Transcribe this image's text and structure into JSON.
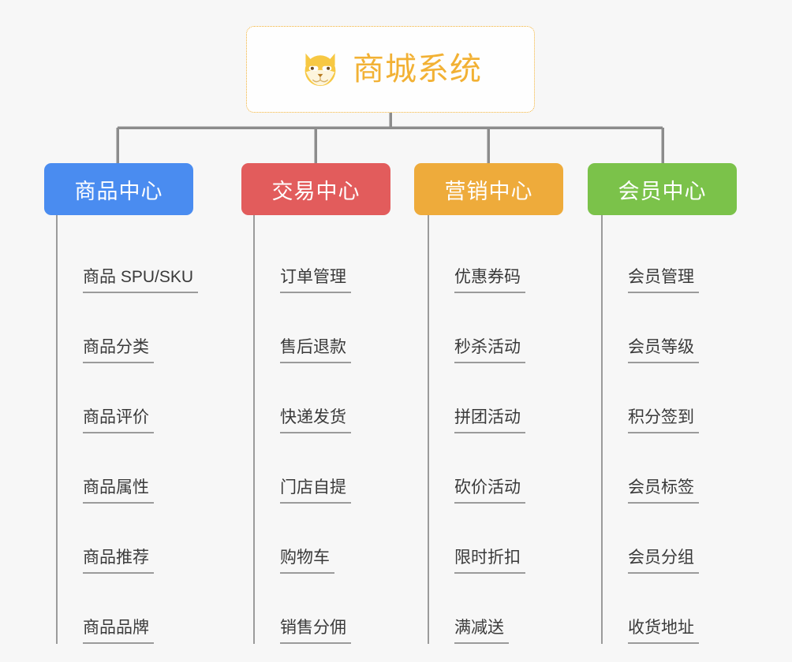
{
  "background_color": "#f7f7f7",
  "root": {
    "label": "商城系统",
    "icon": "shiba-dog-face-icon",
    "text_color": "#f2b134",
    "border_color": "#f2b134",
    "background_color": "#fefefe"
  },
  "connector": {
    "color": "#8c8c8c"
  },
  "categories": [
    {
      "label": "商品中心",
      "color": "#4a8cf0",
      "text_color": "#ffffff",
      "items": [
        {
          "label": "商品 SPU/SKU"
        },
        {
          "label": "商品分类"
        },
        {
          "label": "商品评价"
        },
        {
          "label": "商品属性"
        },
        {
          "label": "商品推荐"
        },
        {
          "label": "商品品牌"
        }
      ]
    },
    {
      "label": "交易中心",
      "color": "#e25c5c",
      "text_color": "#ffffff",
      "items": [
        {
          "label": "订单管理"
        },
        {
          "label": "售后退款"
        },
        {
          "label": "快递发货"
        },
        {
          "label": "门店自提"
        },
        {
          "label": "购物车"
        },
        {
          "label": "销售分佣"
        }
      ]
    },
    {
      "label": "营销中心",
      "color": "#eeab3b",
      "text_color": "#ffffff",
      "items": [
        {
          "label": "优惠券码"
        },
        {
          "label": "秒杀活动"
        },
        {
          "label": "拼团活动"
        },
        {
          "label": "砍价活动"
        },
        {
          "label": "限时折扣"
        },
        {
          "label": "满减送"
        }
      ]
    },
    {
      "label": "会员中心",
      "color": "#7bc24a",
      "text_color": "#ffffff",
      "items": [
        {
          "label": "会员管理"
        },
        {
          "label": "会员等级"
        },
        {
          "label": "积分签到"
        },
        {
          "label": "会员标签"
        },
        {
          "label": "会员分组"
        },
        {
          "label": "收货地址"
        }
      ]
    }
  ]
}
